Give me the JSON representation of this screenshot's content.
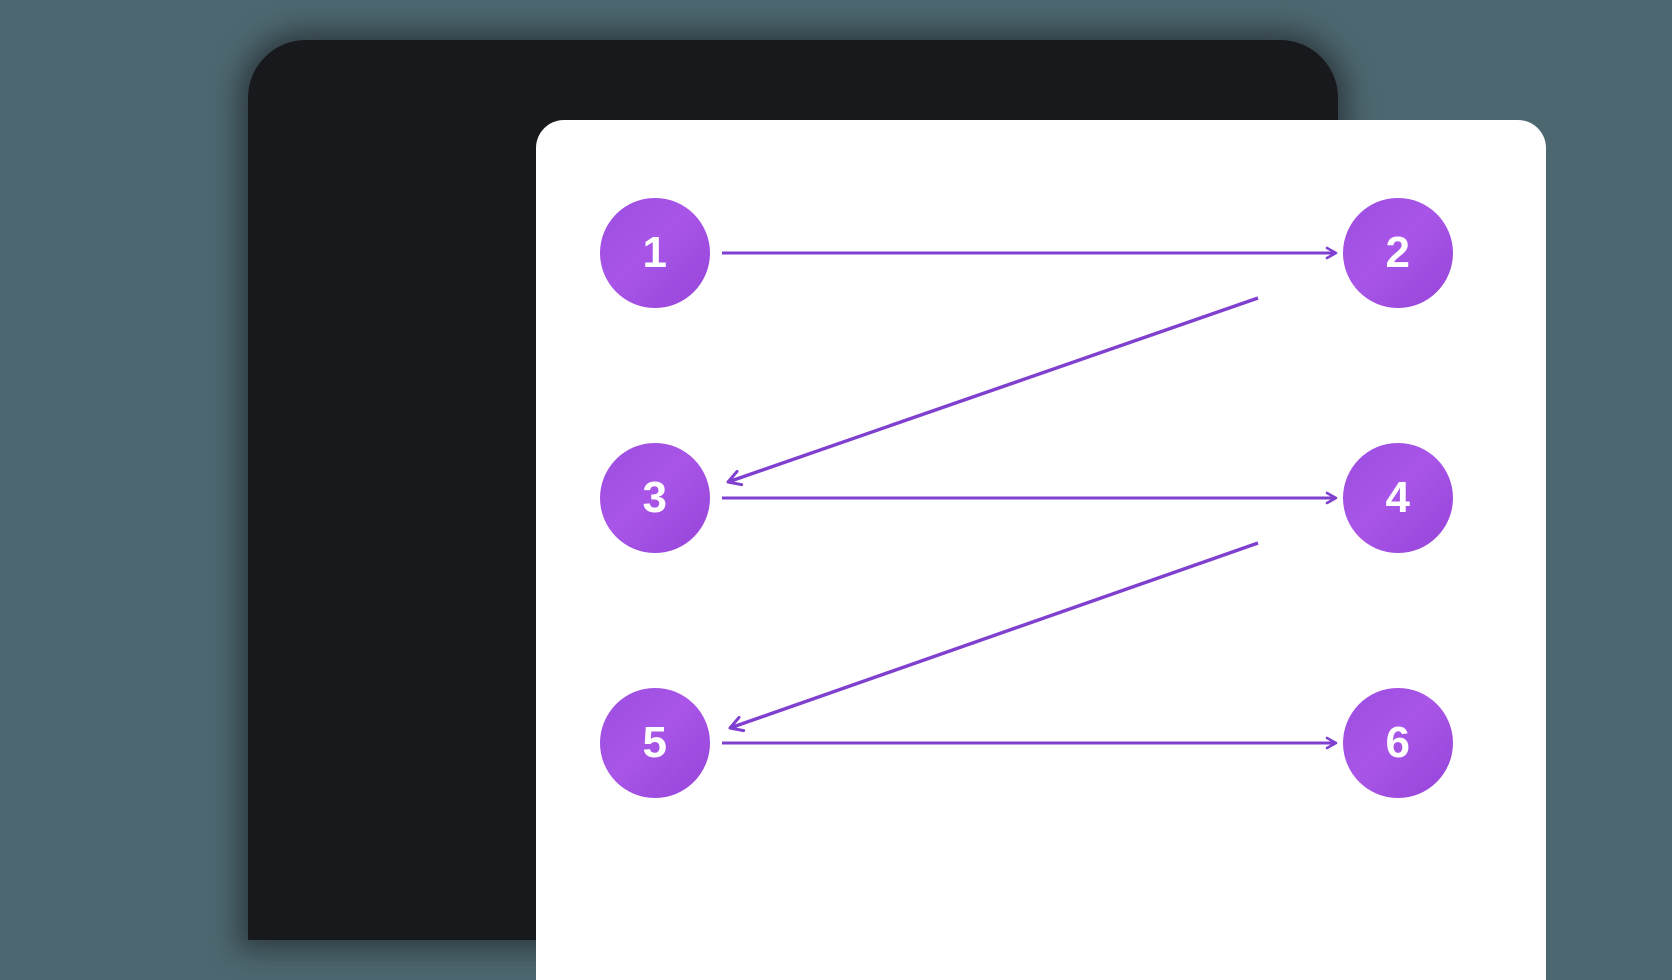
{
  "background": {
    "page_color": "#4d6770",
    "frame_color": "#17191c",
    "screen_color": "#ffffff"
  },
  "theme": {
    "node_gradient_start": "#9b4dde",
    "node_gradient_end": "#9645d8",
    "node_label_color": "#ffffff",
    "edge_color": "#7f3fcf",
    "accent": "#8a4bd8"
  },
  "diagram": {
    "type": "directed-graph",
    "title": "",
    "layout": "two-column-three-row-snake",
    "nodes": [
      {
        "id": "node-1",
        "label": "1",
        "column": "left",
        "row": 1
      },
      {
        "id": "node-2",
        "label": "2",
        "column": "right",
        "row": 1
      },
      {
        "id": "node-3",
        "label": "3",
        "column": "left",
        "row": 2
      },
      {
        "id": "node-4",
        "label": "4",
        "column": "right",
        "row": 2
      },
      {
        "id": "node-5",
        "label": "5",
        "column": "left",
        "row": 3
      },
      {
        "id": "node-6",
        "label": "6",
        "column": "right",
        "row": 3
      }
    ],
    "edges": [
      {
        "id": "edge-1-2",
        "from": "1",
        "to": "2",
        "direction": "right",
        "style": "straight"
      },
      {
        "id": "edge-2-3",
        "from": "2",
        "to": "3",
        "direction": "down-left",
        "style": "diagonal"
      },
      {
        "id": "edge-3-4",
        "from": "3",
        "to": "4",
        "direction": "right",
        "style": "straight"
      },
      {
        "id": "edge-4-5",
        "from": "4",
        "to": "5",
        "direction": "down-left",
        "style": "diagonal"
      },
      {
        "id": "edge-5-6",
        "from": "5",
        "to": "6",
        "direction": "right",
        "style": "straight"
      }
    ]
  }
}
